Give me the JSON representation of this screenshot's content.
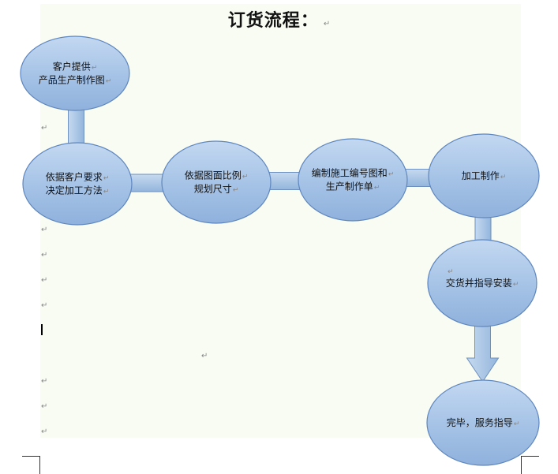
{
  "document": {
    "title": "订货流程：",
    "paragraph_mark": "↵",
    "colors": {
      "node_fill": "#a4c2e6",
      "node_stroke": "#5e86bf",
      "connector_fill": "#a9c6e4",
      "connector_stroke": "#6d90bf",
      "page_tint": "#f8fcf2"
    }
  },
  "flow": {
    "nodes": [
      {
        "id": "n1",
        "lines": [
          "客户提供",
          "产品生产制作图"
        ]
      },
      {
        "id": "n2",
        "lines": [
          "依据客户要求",
          "决定加工方法"
        ]
      },
      {
        "id": "n3",
        "lines": [
          "依据图面比例",
          "规划尺寸"
        ]
      },
      {
        "id": "n4",
        "lines": [
          "编制施工编号图和",
          "生产制作单"
        ]
      },
      {
        "id": "n5",
        "lines": [
          "加工制作"
        ]
      },
      {
        "id": "n6",
        "lines": [
          "交货并指导安装"
        ]
      },
      {
        "id": "n7",
        "lines": [
          "完毕，服务指导"
        ]
      }
    ],
    "edges": [
      {
        "from": "n1",
        "to": "n2",
        "style": "bar"
      },
      {
        "from": "n2",
        "to": "n3",
        "style": "bar"
      },
      {
        "from": "n3",
        "to": "n4",
        "style": "bar"
      },
      {
        "from": "n4",
        "to": "n5",
        "style": "bar"
      },
      {
        "from": "n5",
        "to": "n6",
        "style": "bar"
      },
      {
        "from": "n6",
        "to": "n7",
        "style": "arrow"
      }
    ]
  }
}
